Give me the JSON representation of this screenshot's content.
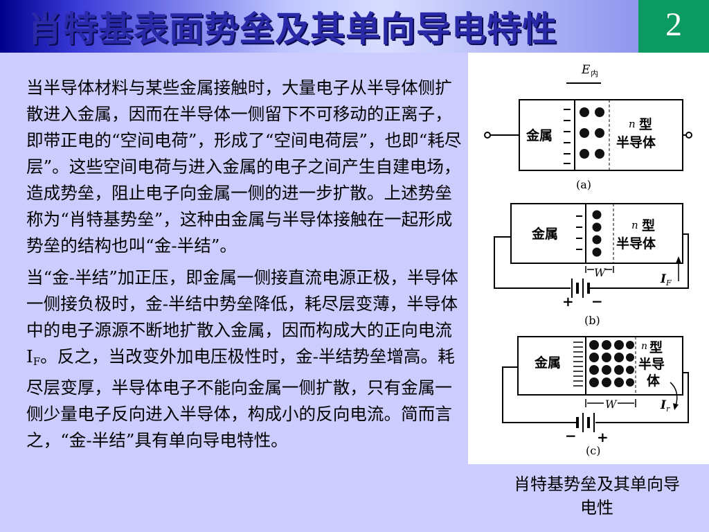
{
  "title": "肖特基表面势垒及其单向导电特性",
  "page_number": "2",
  "paragraph1": "当半导体材料与某些金属接触时，大量电子从半导体侧扩散进入金属，因而在半导体一侧留下不可移动的正离子，即带正电的“空间电荷”，形成了“空间电荷层”，也即“耗尽层”。这些空间电荷与进入金属的电子之间产生自建电场，造成势垒，阻止电子向金属一侧的进一步扩散。上述势垒称为“肖特基势垒”，这种由金属与半导体接触在一起形成势垒的结构也叫“金-半结”。",
  "paragraph2": {
    "before": "当“金-半结”加正压，即金属一侧接直流电源正极，半导体一侧接负极时，金-半结中势垒降低，耗尽层变薄，半导体中的电子源源不断地扩散入金属，因而构成大的正向电流I",
    "subscript": "F",
    "after": "。反之，当改变外加电压极性时，金-半结势垒增高。耗尽层变厚，半导体电子不能向金属一侧扩散，只有金属一侧少量电子反向进入半导体，构成小的反向电流。简而言之，“金-半结”具有单向导电特性。"
  },
  "figure": {
    "e_field_label": "E",
    "e_field_sub": "内",
    "metal": "金属",
    "n_letter": "n",
    "type_char": "型",
    "semi_line1": "半导体",
    "semi_a": "半导",
    "semi_b": "体",
    "w_label": "W",
    "if_label": "I",
    "if_sub": "F",
    "ir_label": "I",
    "ir_sub": "r",
    "plus": "+",
    "minus": "−",
    "label_a": "(a)",
    "label_b": "(b)",
    "label_c": "(c)"
  },
  "caption": "肖特基势垒及其单向导电性"
}
